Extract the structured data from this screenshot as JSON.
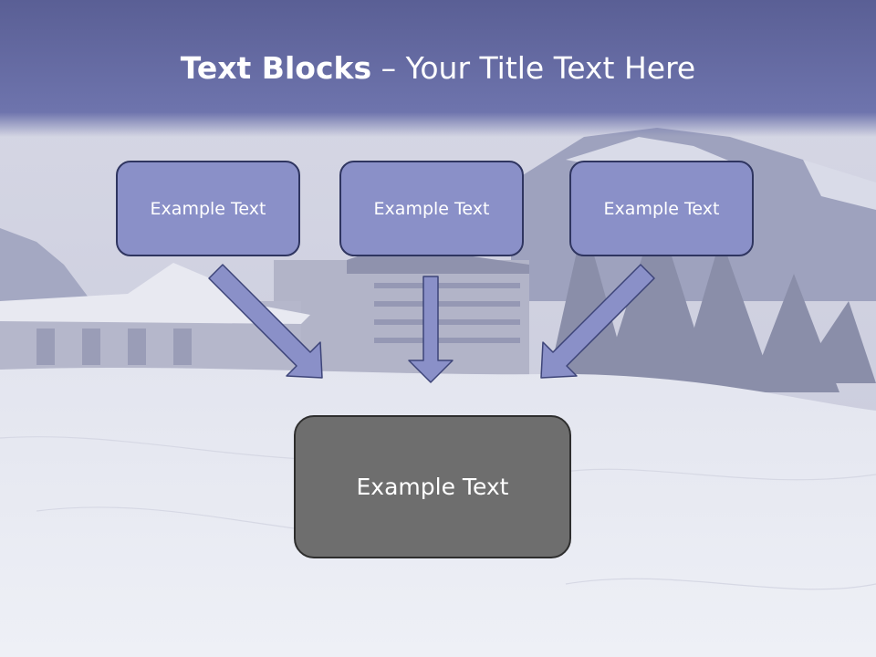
{
  "title": {
    "bold": "Text Blocks",
    "dash": " – ",
    "rest": "Your Title Text Here"
  },
  "boxes": {
    "left": "Example Text",
    "center": "Example Text",
    "right": "Example Text",
    "main": "Example Text"
  },
  "colors": {
    "title_band": "#6b71a8",
    "small_box_fill": "#8a90c8",
    "small_box_border": "#2f3560",
    "arrow_fill": "#8a90c8",
    "arrow_stroke": "#3d4478",
    "main_box_fill": "#6e6e6e",
    "main_box_border": "#2e2e2e"
  },
  "icons": {
    "arrow_left": "arrow-down-right-icon",
    "arrow_center": "arrow-down-icon",
    "arrow_right": "arrow-down-left-icon"
  }
}
